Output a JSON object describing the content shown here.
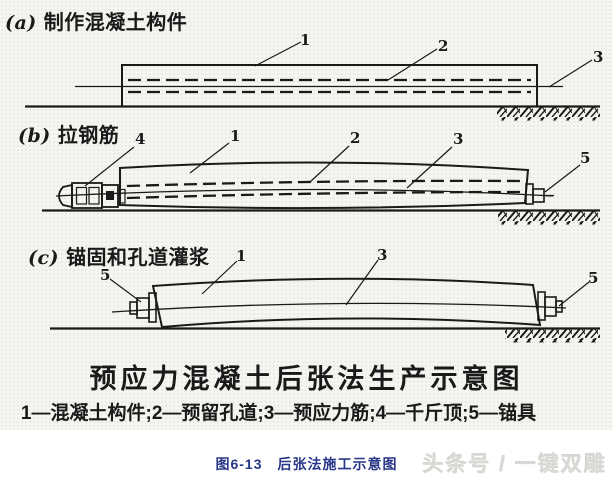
{
  "figure": {
    "sections": [
      {
        "marker": "(a)",
        "title": "制作混凝土构件"
      },
      {
        "marker": "(b)",
        "title": "拉钢筋"
      },
      {
        "marker": "(c)",
        "title": "锚固和孔道灌浆"
      }
    ],
    "part_labels": {
      "a": [
        "1",
        "2",
        "3"
      ],
      "b": [
        "4",
        "1",
        "2",
        "3",
        "5"
      ],
      "c": [
        "5",
        "1",
        "3",
        "5"
      ]
    },
    "title": "预应力混凝土后张法生产示意图",
    "legend": "1—混凝土构件;2—预留孔道;3—预应力筋;4—千斤顶;5—锚具"
  },
  "caption": "图6-13　后张法施工示意图",
  "watermark": "头条号 / 一键双雕",
  "colors": {
    "ink": "#1a1a1a",
    "paper": "#f5f5f1",
    "caption_blue": "#283787",
    "watermark_gray": "#d8d8d4"
  }
}
